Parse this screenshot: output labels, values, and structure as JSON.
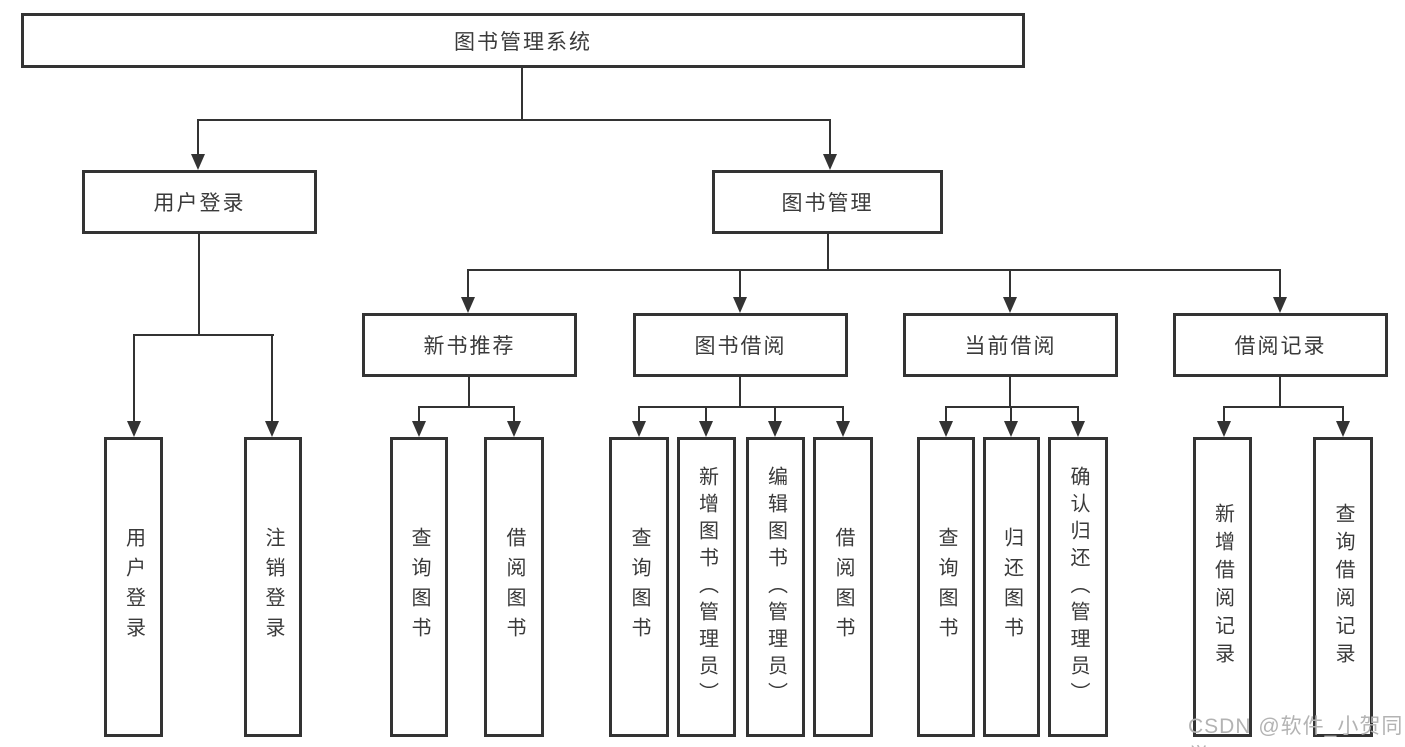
{
  "diagram": {
    "title": "图书管理系统",
    "watermark": "CSDN @软件_小贺同学",
    "colors": {
      "line": "#333333",
      "text": "#3a3a3a",
      "watermark": "#b3b3b3",
      "background": "#ffffff"
    },
    "nodes": {
      "root": "图书管理系统",
      "user_login": "用户登录",
      "book_mgmt": "图书管理",
      "new_book": "新书推荐",
      "borrowing": "图书借阅",
      "current": "当前借阅",
      "records": "借阅记录"
    },
    "leaves": {
      "login": "用户登录",
      "logout": "注销登录",
      "rec_query_book": "查询图书",
      "rec_borrow_book": "借阅图书",
      "bor_query_book": "查询图书",
      "bor_add_book": "新增图书（管理员）",
      "bor_edit_book": "编辑图书（管理员）",
      "bor_borrow_book": "借阅图书",
      "cur_query_book": "查询图书",
      "cur_return_book": "归还图书",
      "cur_confirm_return": "确认归还（管理员）",
      "log_add_record": "新增借阅记录",
      "log_query_record": "查询借阅记录"
    }
  }
}
